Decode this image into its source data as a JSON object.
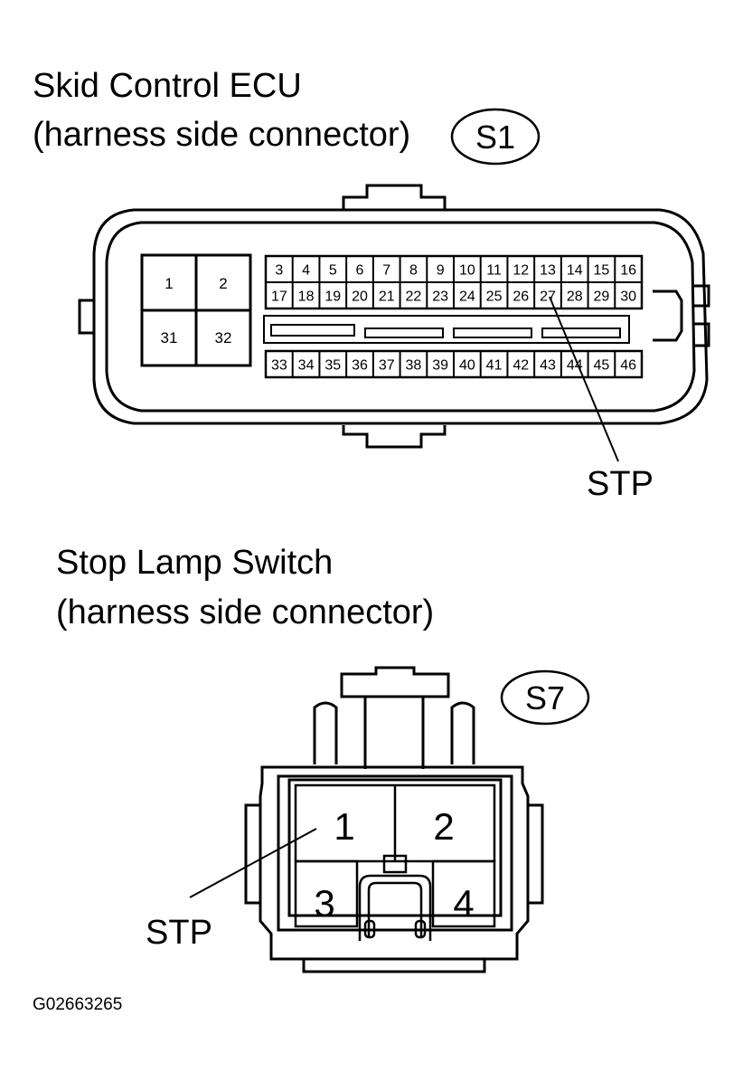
{
  "ecu": {
    "title": "Skid Control ECU",
    "subtitle": "(harness side connector)",
    "connector_code": "S1",
    "large_pins": [
      "1",
      "2",
      "31",
      "32"
    ],
    "top_row": [
      "3",
      "4",
      "5",
      "6",
      "7",
      "8",
      "9",
      "10",
      "11",
      "12",
      "13",
      "14",
      "15",
      "16"
    ],
    "mid_row": [
      "17",
      "18",
      "19",
      "20",
      "21",
      "22",
      "23",
      "24",
      "25",
      "26",
      "27",
      "28",
      "29",
      "30"
    ],
    "bottom_row": [
      "33",
      "34",
      "35",
      "36",
      "37",
      "38",
      "39",
      "40",
      "41",
      "42",
      "43",
      "44",
      "45",
      "46"
    ],
    "callout_label": "STP"
  },
  "switch": {
    "title": "Stop Lamp Switch",
    "subtitle": "(harness side connector)",
    "connector_code": "S7",
    "pins": [
      "1",
      "2",
      "3",
      "4"
    ],
    "callout_label": "STP"
  },
  "figure_id": "G02663265"
}
